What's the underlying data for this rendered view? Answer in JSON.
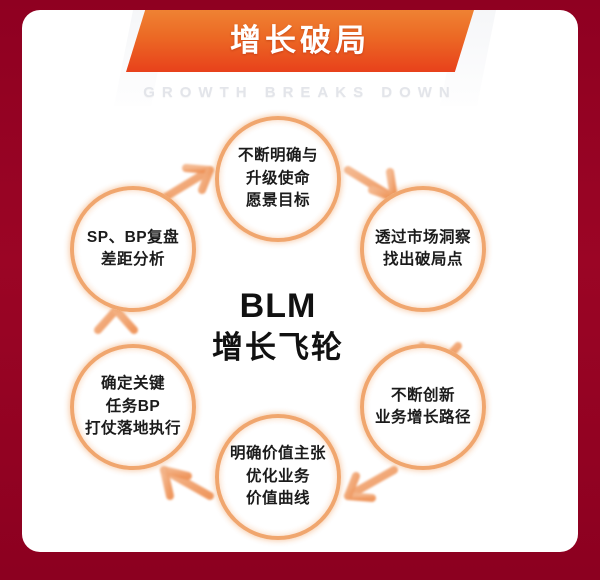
{
  "header": {
    "title": "增长破局",
    "subtitle": "GROWTH BREAKS DOWN"
  },
  "center": {
    "line1": "BLM",
    "line2": "增长飞轮"
  },
  "wheel": {
    "nodes": [
      {
        "id": "node-vision",
        "position": "top",
        "text": "不断明确与\n升级使命\n愿景目标"
      },
      {
        "id": "node-insight",
        "position": "right-top",
        "text": "透过市场洞察\n找出破局点"
      },
      {
        "id": "node-innovate",
        "position": "right-bottom",
        "text": "不断创新\n业务增长路径"
      },
      {
        "id": "node-value",
        "position": "bottom",
        "text": "明确价值主张\n优化业务\n价值曲线"
      },
      {
        "id": "node-execute",
        "position": "left-bottom",
        "text": "确定关键\n任务BP\n打仗落地执行"
      },
      {
        "id": "node-review",
        "position": "left-top",
        "text": "SP、BP复盘\n差距分析"
      }
    ],
    "flow_direction": "clockwise",
    "arrow_count": 6
  },
  "colors": {
    "frame_red": "#9b0525",
    "banner_orange_top": "#ef8233",
    "banner_red_bottom": "#e8411b",
    "ring_orange": "#f0a267",
    "arrow_orange": "#f0a267",
    "text_dark": "#1b1b1b",
    "subtitle_gray": "#e3e5ea",
    "card_white": "#ffffff"
  }
}
